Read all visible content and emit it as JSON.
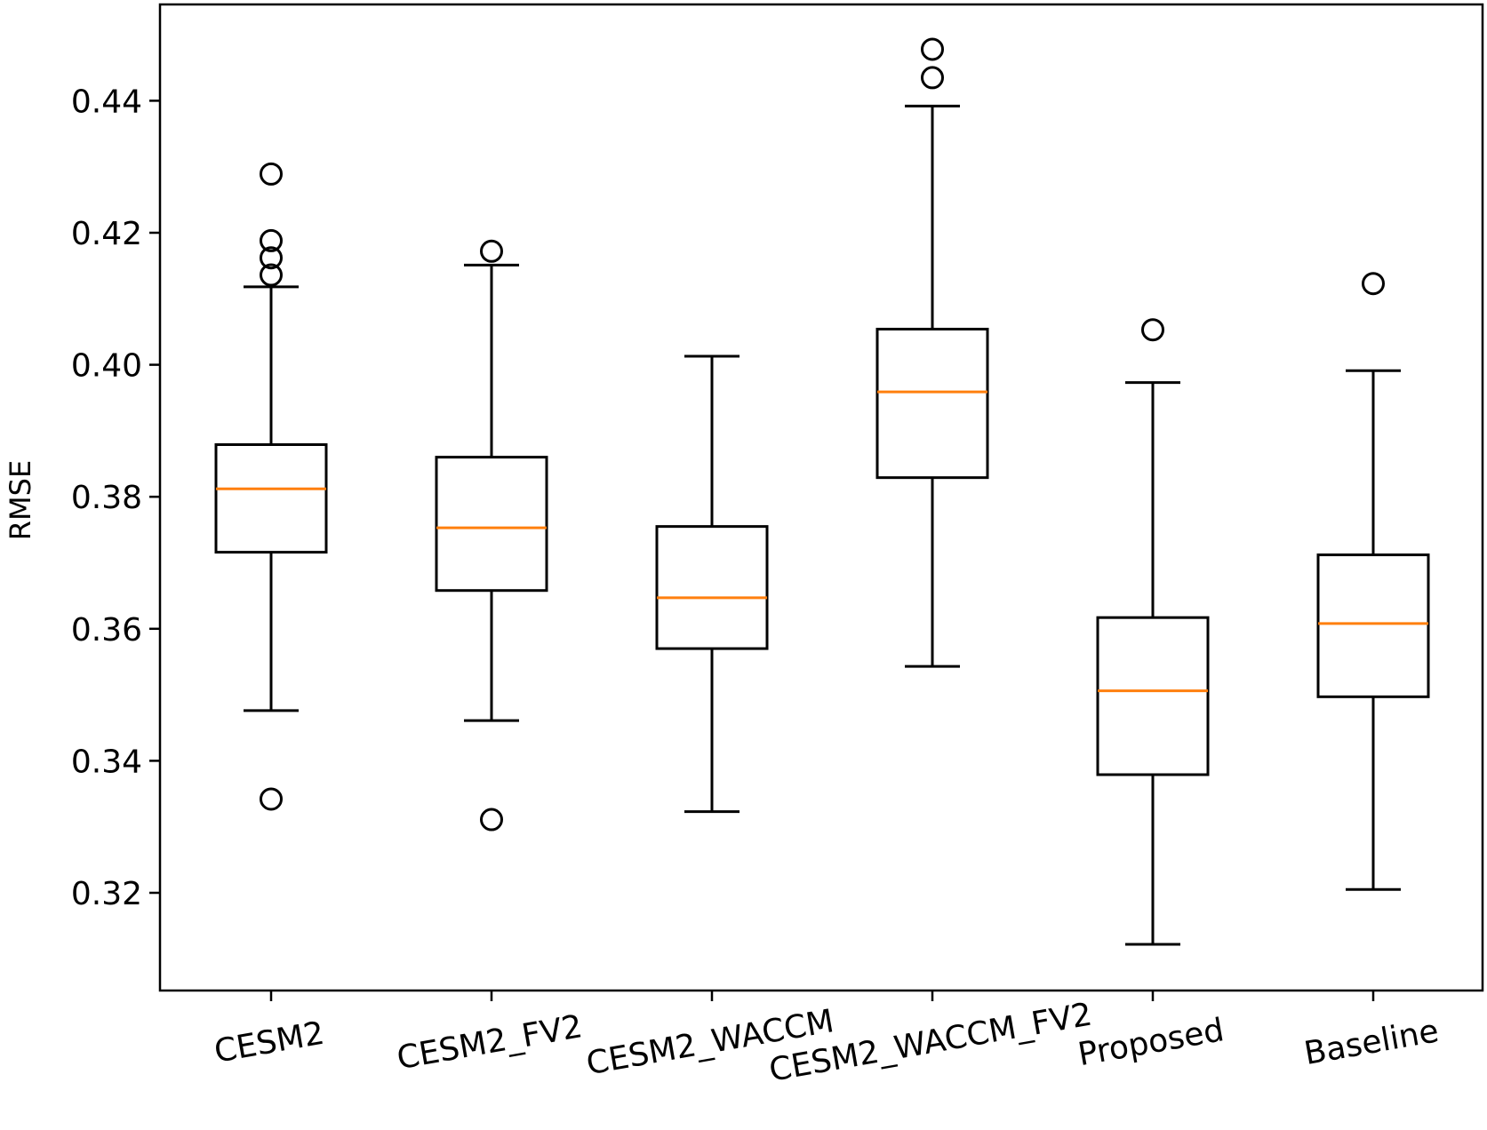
{
  "chart_data": {
    "type": "boxplot",
    "ylabel": "RMSE",
    "xlabel": "",
    "title": "",
    "ylim": [
      0.305,
      0.455
    ],
    "yticks": [
      0.32,
      0.34,
      0.36,
      0.38,
      0.4,
      0.44,
      0.42
    ],
    "ytick_labels": [
      "0.32",
      "0.34",
      "0.36",
      "0.38",
      "0.40",
      "0.44",
      "0.42"
    ],
    "grid": false,
    "median_color": "#ff7f0e",
    "box_color": "#000000",
    "categories": [
      "CESM2",
      "CESM2_FV2",
      "CESM2_WACCM",
      "CESM2_WACCM_FV2",
      "Proposed",
      "Baseline"
    ],
    "boxes": [
      {
        "name": "CESM2",
        "whisker_low": 0.3476,
        "q1": 0.3716,
        "median": 0.3812,
        "q3": 0.3879,
        "whisker_high": 0.4118,
        "outliers": [
          0.4289,
          0.4188,
          0.4162,
          0.4136,
          0.3342
        ]
      },
      {
        "name": "CESM2_FV2",
        "whisker_low": 0.3461,
        "q1": 0.3658,
        "median": 0.3753,
        "q3": 0.386,
        "whisker_high": 0.4151,
        "outliers": [
          0.4172,
          0.3311
        ]
      },
      {
        "name": "CESM2_WACCM",
        "whisker_low": 0.3323,
        "q1": 0.357,
        "median": 0.3647,
        "q3": 0.3755,
        "whisker_high": 0.4013,
        "outliers": []
      },
      {
        "name": "CESM2_WACCM_FV2",
        "whisker_low": 0.3543,
        "q1": 0.3829,
        "median": 0.3959,
        "q3": 0.4054,
        "whisker_high": 0.4392,
        "outliers": [
          0.4478,
          0.4435
        ]
      },
      {
        "name": "Proposed",
        "whisker_low": 0.3122,
        "q1": 0.3379,
        "median": 0.3506,
        "q3": 0.3617,
        "whisker_high": 0.3973,
        "outliers": [
          0.4053
        ]
      },
      {
        "name": "Baseline",
        "whisker_low": 0.3205,
        "q1": 0.3497,
        "median": 0.3608,
        "q3": 0.3712,
        "whisker_high": 0.3991,
        "outliers": [
          0.4123
        ]
      }
    ]
  }
}
